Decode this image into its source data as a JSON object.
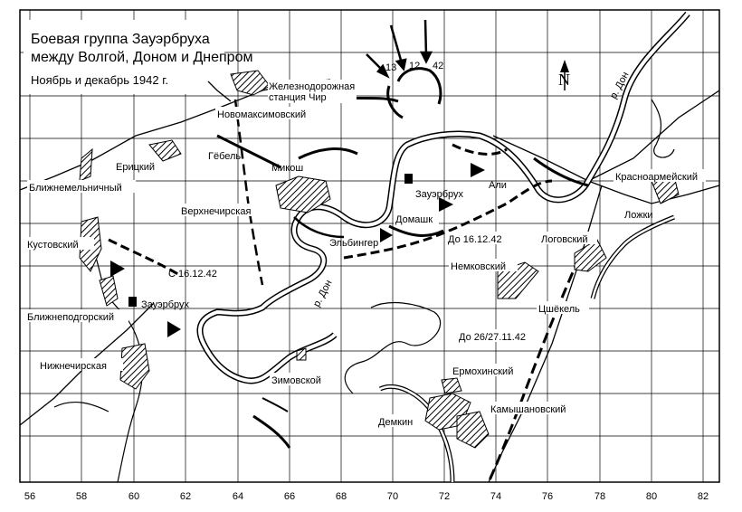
{
  "title": {
    "line1": "Боевая группа Зауэрбруха",
    "line2": "между Волгой, Доном и Днепром",
    "period": "Ноябрь и декабрь 1942 г."
  },
  "north_arrow": {
    "letter": "N"
  },
  "x_ticks": [
    "56",
    "58",
    "60",
    "62",
    "64",
    "66",
    "68",
    "70",
    "72",
    "74",
    "76",
    "78",
    "80",
    "82"
  ],
  "division_numbers": [
    "13",
    "12",
    "42"
  ],
  "places": {
    "zheleznodorozhnaya": "Железнодорожная",
    "stantsiya_chir": "станция Чир",
    "novomaksimovsky": "Новомаксимовский",
    "eritsky": "Ерицкий",
    "gebel": "Гёбель",
    "blizhnemelnichny": "Ближнемельничный",
    "mikosh": "Микош",
    "verkhnechirskaya": "Верхнечирская",
    "sauerbruch_east": "Зауэрбрух",
    "ali": "Али",
    "domashk": "Домашк",
    "krasnoarmeysky": "Красноармейский",
    "lozhki": "Ложки",
    "kustovsky": "Кустовский",
    "elbinger": "Эльбингер",
    "do_16_12_42": "До 16.12.42",
    "logovsky": "Логовский",
    "s_16_12_42": "С 16.12.42",
    "nemkovsky": "Немковский",
    "sauerbruch_west": "Зауэрбрух",
    "blizhnepodgorsky": "Ближнеподгорский",
    "tsshekel": "Цшёкель",
    "do_26_27_11_42": "До 26/27.11.42",
    "nizhnechirskaya": "Нижнечирская",
    "ermokhinsky": "Ермохинский",
    "zimovskoy": "Зимовской",
    "demkin": "Демкин",
    "kamyshanovsky": "Камышановский"
  },
  "rivers": {
    "don_north": "р. Дон",
    "don_center": "р. Дон"
  }
}
